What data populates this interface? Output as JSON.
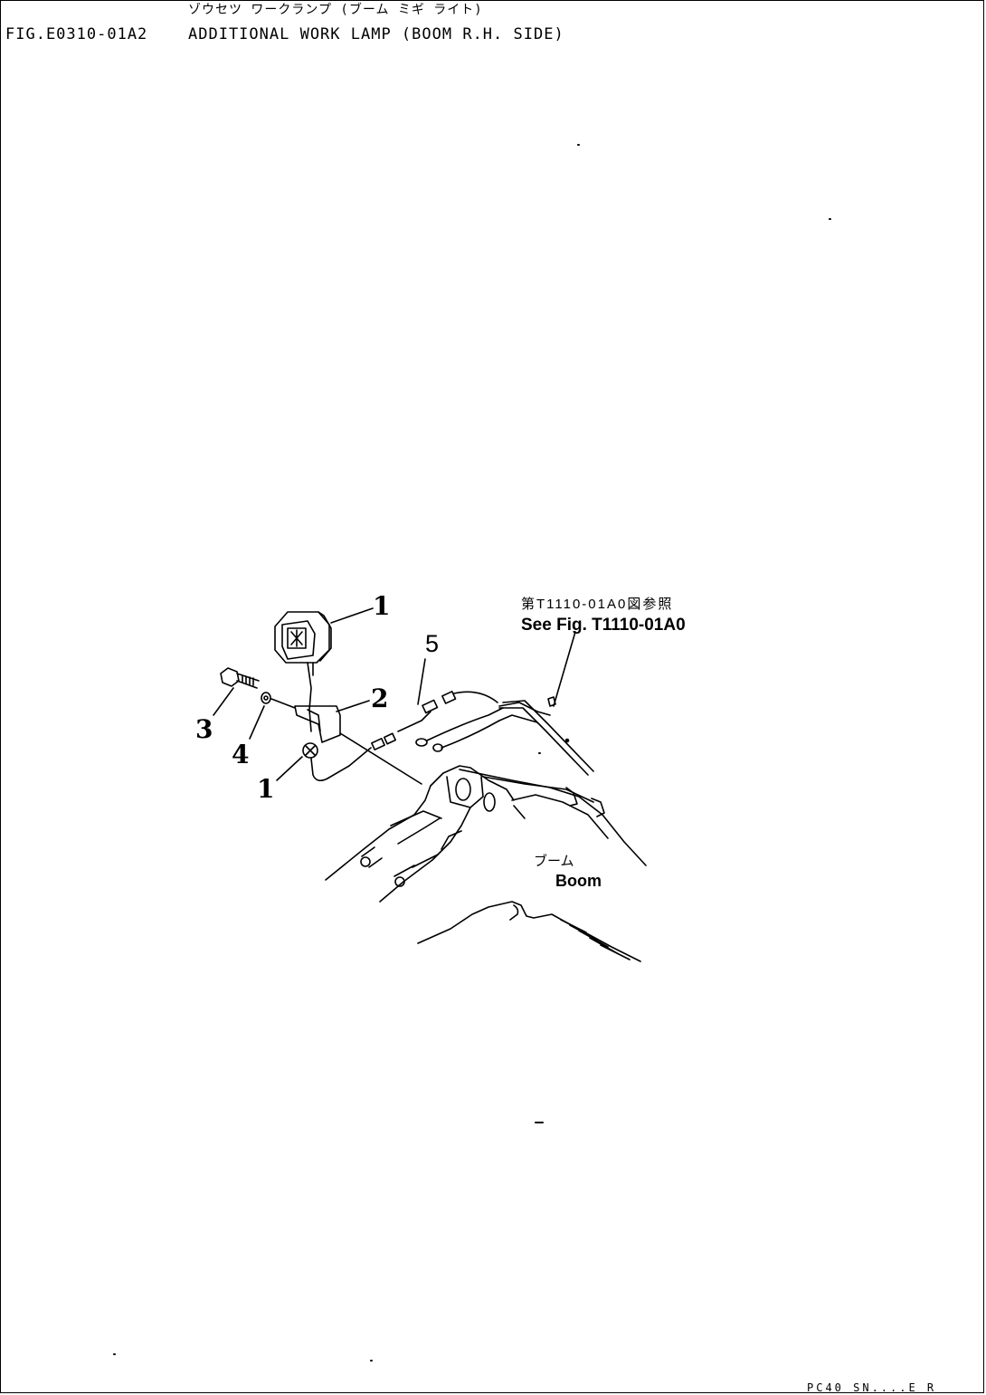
{
  "header": {
    "jp_title": "ゾウセツ ワークランプ (ブーム ミギ ライト)",
    "figure_no": "FIG.E0310-01A2",
    "en_title": "ADDITIONAL WORK LAMP (BOOM R.H. SIDE)"
  },
  "callouts": {
    "lamp": "1",
    "bracket": "2",
    "bolt": "3",
    "washer": "4",
    "lamp_nut": "1",
    "harness": "5"
  },
  "notes": {
    "reference_jp": "第T1110-01A0図参照",
    "reference_en": "See Fig. T1110-01A0",
    "boom_jp": "ブーム",
    "boom_en": "Boom"
  },
  "footer": {
    "code": "PC40 SN....E R"
  }
}
